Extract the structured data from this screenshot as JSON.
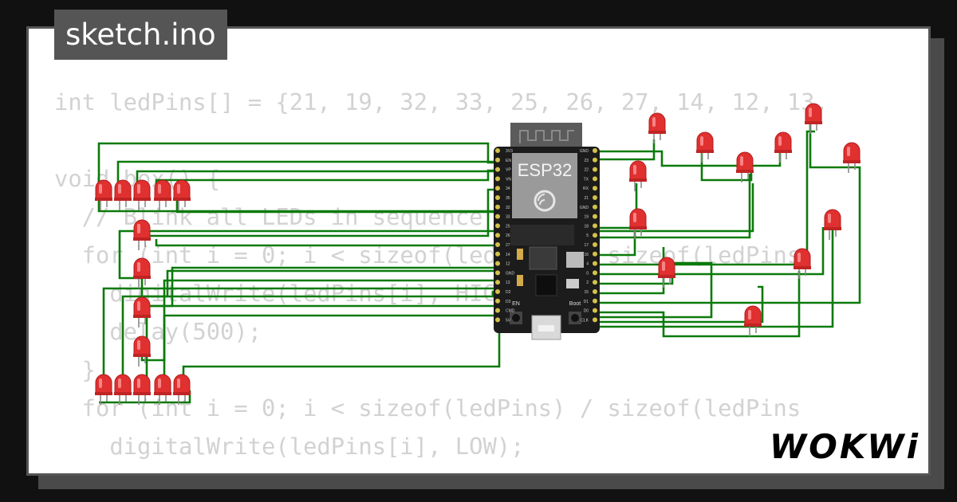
{
  "tab": {
    "title": "sketch.ino"
  },
  "code_lines": [
    "int ledPins[] = {21, 19, 32, 33, 25, 26, 27, 14, 12, 13,",
    "",
    "void box() {",
    "  // Blink all LEDs in sequence",
    "  for (int i = 0; i < sizeof(ledPins) / sizeof(ledPins",
    "    digitalWrite(ledPins[i], HIGH);",
    "    delay(500);",
    "  }",
    "  for (int i = 0; i < sizeof(ledPins) / sizeof(ledPins",
    "    digitalWrite(ledPins[i], LOW);",
    "  }"
  ],
  "board": {
    "label": "ESP32",
    "left_pins": [
      "3V3",
      "EN",
      "VP",
      "VN",
      "34",
      "35",
      "32",
      "33",
      "25",
      "26",
      "27",
      "14",
      "12",
      "GND",
      "13",
      "D2",
      "D3",
      "CMD",
      "5V"
    ],
    "right_pins": [
      "GND",
      "23",
      "22",
      "TX",
      "RX",
      "21",
      "GND",
      "19",
      "18",
      "5",
      "17",
      "16",
      "4",
      "0",
      "2",
      "15",
      "D1",
      "D0",
      "CLK"
    ],
    "button_labels": [
      "EN",
      "Boot"
    ]
  },
  "logo": {
    "text": "WOKWi"
  },
  "colors": {
    "wire": "#0b7a0b",
    "led": "#e03030",
    "board": "#1c1c1c",
    "code": "#d2d2d2"
  }
}
